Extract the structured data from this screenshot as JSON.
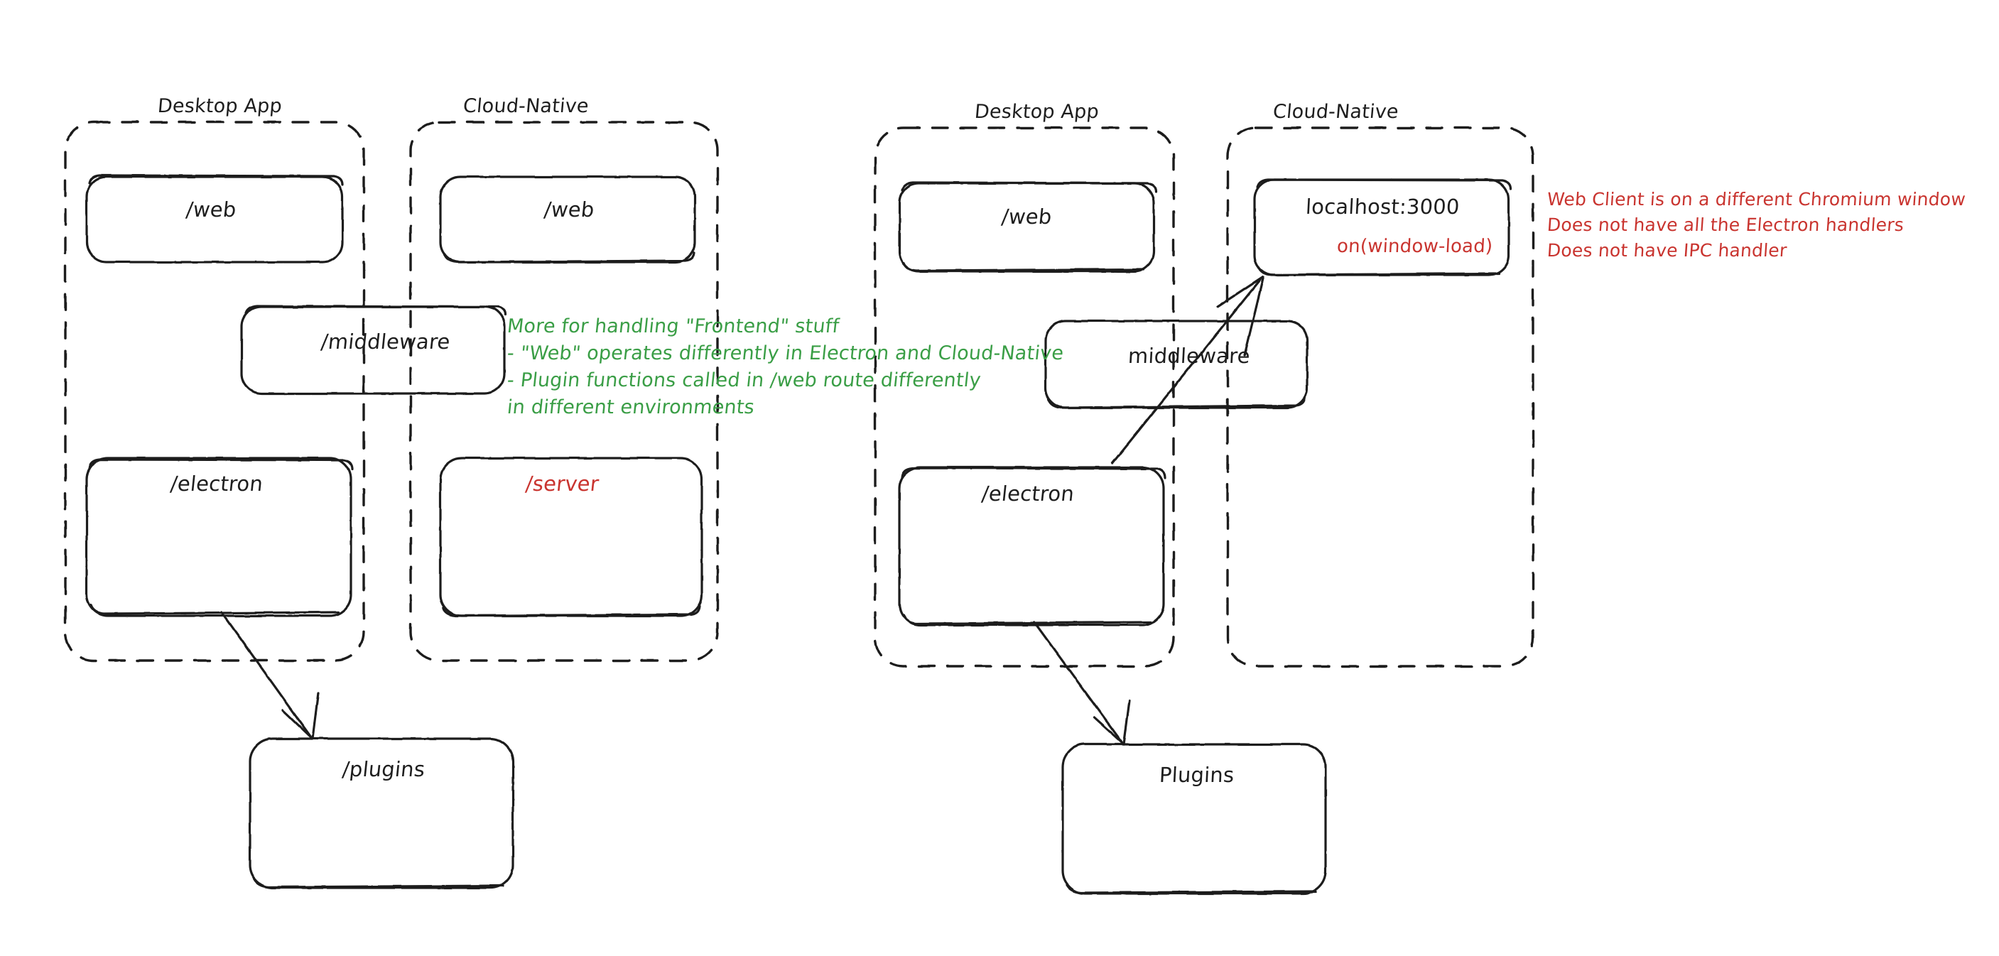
{
  "diagram": {
    "title": "Electron vs Cloud-Native architecture sketch",
    "style": "hand-drawn",
    "background": "#ffffff",
    "colors": {
      "stroke": "#1e1e1e",
      "red": "#c9342f",
      "green": "#3a9e46"
    }
  },
  "left_diagram": {
    "groups": [
      {
        "label": "Desktop App"
      },
      {
        "label": "Cloud-Native"
      }
    ],
    "boxes": [
      {
        "label": "/web",
        "color": "#1e1e1e"
      },
      {
        "label": "/web",
        "color": "#1e1e1e"
      },
      {
        "label": "/middleware",
        "color": "#1e1e1e"
      },
      {
        "label": "/electron",
        "color": "#1e1e1e"
      },
      {
        "label": "/server",
        "color": "#c9342f"
      },
      {
        "label": "/plugins",
        "color": "#1e1e1e"
      }
    ],
    "note_green": {
      "color": "#3a9e46",
      "lines": [
        "More for handling \"Frontend\" stuff",
        "- \"Web\" operates differently in Electron and Cloud-Native",
        "- Plugin functions called in /web route differently",
        "in different environments"
      ]
    }
  },
  "right_diagram": {
    "groups": [
      {
        "label": "Desktop App"
      },
      {
        "label": "Cloud-Native"
      }
    ],
    "boxes": [
      {
        "label": "/web",
        "color": "#1e1e1e"
      },
      {
        "label": "localhost:3000",
        "color": "#1e1e1e"
      },
      {
        "label": "on(window-load)",
        "color": "#c9342f"
      },
      {
        "label": "middleware",
        "color": "#1e1e1e"
      },
      {
        "label": "/electron",
        "color": "#1e1e1e"
      },
      {
        "label": "Plugins",
        "color": "#1e1e1e"
      }
    ],
    "note_red": {
      "color": "#c9342f",
      "lines": [
        "Web Client is on a different Chromium window",
        "Does not have all the Electron handlers",
        "Does not have IPC handler"
      ]
    }
  }
}
